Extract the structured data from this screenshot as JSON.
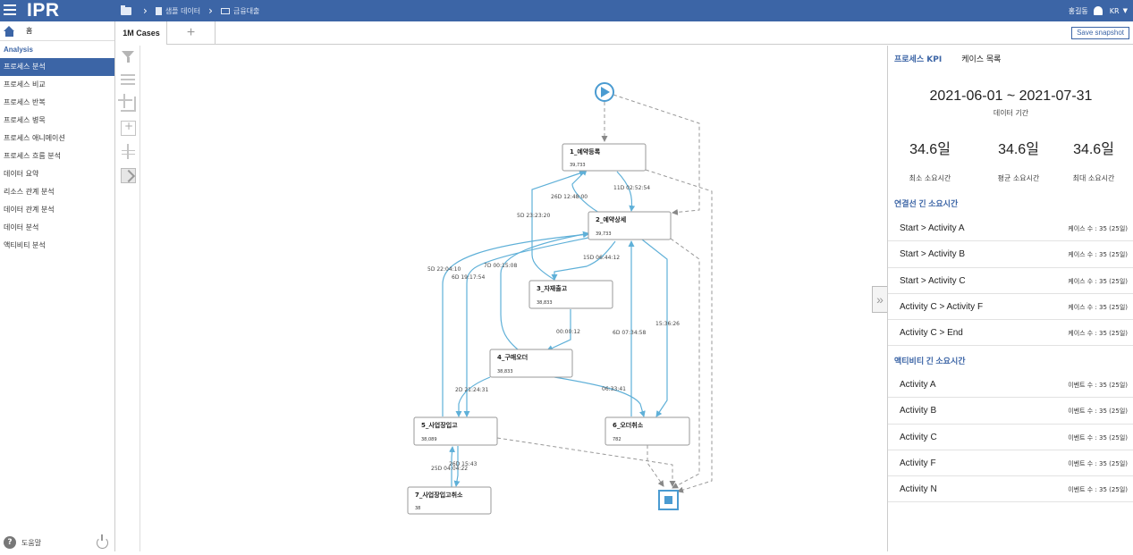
{
  "app": {
    "logo": "IPR"
  },
  "breadcrumb": {
    "item1": "샘플 데이터",
    "item2": "금융대출"
  },
  "user": {
    "name": "홍길동",
    "lang": "KR"
  },
  "sidebar": {
    "home": "홈",
    "section": "Analysis",
    "items": [
      {
        "label": "프로세스 분석",
        "active": true
      },
      {
        "label": "프로세스 비교"
      },
      {
        "label": "프로세스 반복"
      },
      {
        "label": "프로세스 병목"
      },
      {
        "label": "프로세스 애니메이션"
      },
      {
        "label": "프로세스 흐름 분석"
      },
      {
        "label": "데이터 요약"
      },
      {
        "label": "리소스 관계 분석"
      },
      {
        "label": "데이터 관계 분석"
      },
      {
        "label": "데이터 분석"
      },
      {
        "label": "액티비티 분석"
      }
    ],
    "help": "도움말"
  },
  "tabs": {
    "active": "1M Cases",
    "add": "+"
  },
  "snapshot": "Save snapshot",
  "graph": {
    "nodes": [
      {
        "id": "n1",
        "title": "1_예약등록",
        "count": "39,733"
      },
      {
        "id": "n2",
        "title": "2_예약상세",
        "count": "39,733"
      },
      {
        "id": "n3",
        "title": "3_자재출고",
        "count": "38,833"
      },
      {
        "id": "n4",
        "title": "4_구매오더",
        "count": "38,833"
      },
      {
        "id": "n5",
        "title": "5_사업장입고",
        "count": "38,089"
      },
      {
        "id": "n6",
        "title": "6_오더취소",
        "count": "782"
      },
      {
        "id": "n7",
        "title": "7_사업장입고취소",
        "count": "38"
      }
    ],
    "edges": [
      "26D 12:48:00",
      "11D 02:52:54",
      "5D 23:23:20",
      "15D 06:44:12",
      "7D 00:15:08",
      "5D 22:04:10",
      "6D 19:17:54",
      "00:00:12",
      "6D 07:34:58",
      "15:36:26",
      "2D 21:24:31",
      "06:33:41",
      "26D 15:43",
      "25D 04:04:22"
    ]
  },
  "right": {
    "tab_kpi": "프로세스 KPI",
    "tab_cases": "케이스 목록",
    "period": "2021-06-01 ~ 2021-07-31",
    "period_label": "데이터 기간",
    "kpis": [
      {
        "value": "34.6일",
        "label": "최소 소요시간"
      },
      {
        "value": "34.6일",
        "label": "평균 소요시간"
      },
      {
        "value": "34.6일",
        "label": "최대 소요시간"
      }
    ],
    "edge_section": "연결선 긴 소요시간",
    "edge_rows": [
      {
        "name": "Start > Activity A",
        "count": "케이스 수 : 35  (25일)"
      },
      {
        "name": "Start > Activity B",
        "count": "케이스 수 : 35  (25일)"
      },
      {
        "name": "Start > Activity C",
        "count": "케이스 수 : 35  (25일)"
      },
      {
        "name": "Activity C > Activity F",
        "count": "케이스 수 : 35  (25일)"
      },
      {
        "name": "Activity C > End",
        "count": "케이스 수 : 35  (25일)"
      }
    ],
    "act_section": "액티비티 긴 소요시간",
    "act_rows": [
      {
        "name": "Activity A",
        "count": "이벤트 수 : 35  (25일)"
      },
      {
        "name": "Activity B",
        "count": "이벤트 수 : 35  (25일)"
      },
      {
        "name": "Activity C",
        "count": "이벤트 수 : 35  (25일)"
      },
      {
        "name": "Activity F",
        "count": "이벤트 수 : 35  (25일)"
      },
      {
        "name": "Activity N",
        "count": "이벤트 수 : 35  (25일)"
      }
    ]
  },
  "colors": {
    "brand": "#3c65a6",
    "edge": "#5fb0d8"
  }
}
